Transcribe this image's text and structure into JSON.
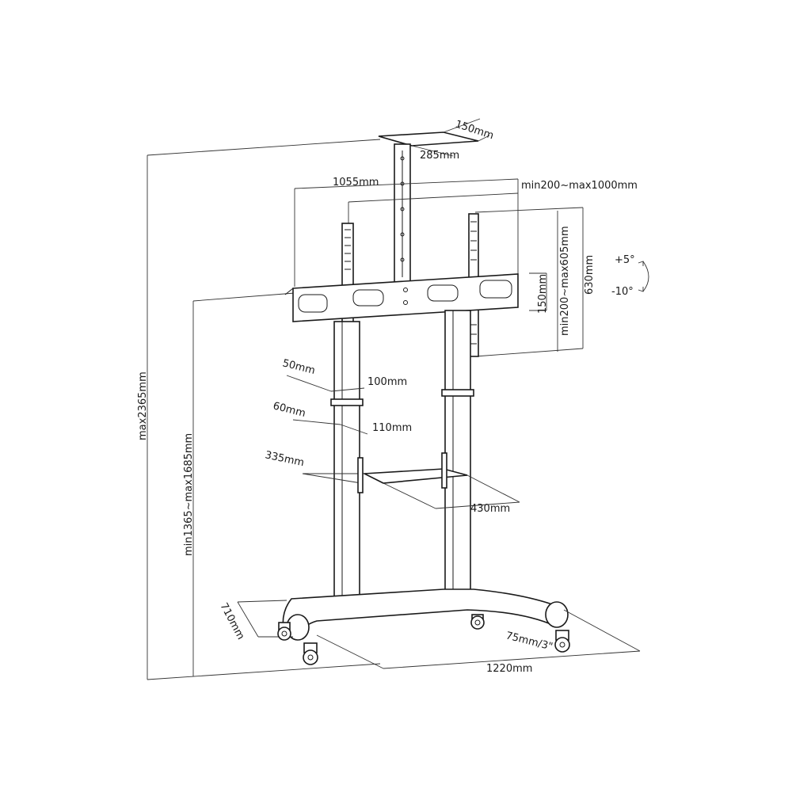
{
  "dimensions": {
    "camera_shelf_depth": "150mm",
    "camera_shelf_width": "285mm",
    "mount_width": "1055mm",
    "vesa_horizontal": "min200~max1000mm",
    "vesa_vertical": "min200~max605mm",
    "bracket_height": "150mm",
    "mount_height": "630mm",
    "tilt_up": "+5°",
    "tilt_down": "-10°",
    "max_height": "max2365mm",
    "mount_center_height": "min1365~max1685mm",
    "clamp_upper_small": "50mm",
    "clamp_upper_large": "100mm",
    "clamp_lower_small": "60mm",
    "clamp_lower_large": "110mm",
    "shelf_depth": "335mm",
    "shelf_width": "430mm",
    "base_depth": "710mm",
    "caster": "75mm/3\"",
    "base_width": "1220mm"
  }
}
